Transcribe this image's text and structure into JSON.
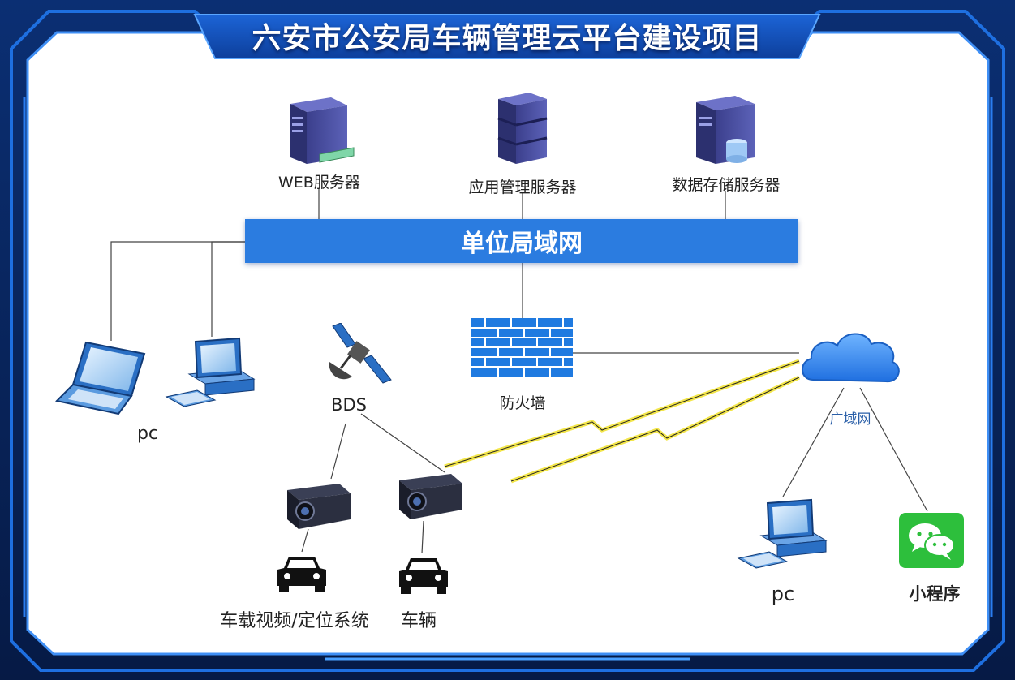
{
  "title": "六安市公安局车辆管理云平台建设项目",
  "lan_label": "单位局域网",
  "servers": {
    "web": "WEB服务器",
    "app": "应用管理服务器",
    "db": "数据存储服务器"
  },
  "firewall_label": "防火墙",
  "wan_label": "广域网",
  "bds_label": "BDS",
  "pc_left_label": "pc",
  "pc_right_label": "pc",
  "mini_program_label": "小程序",
  "vehicle_system_label": "车载视频/定位系统",
  "vehicle_label": "车辆",
  "colors": {
    "frame_dark": "#0a2a66",
    "frame_accent": "#1e6fe0",
    "lan_bar": "#2b7ce0",
    "lightning": "#f3e64a",
    "cloud": "#3a8ef0",
    "wechat": "#2dbf3c"
  },
  "icons": [
    "server-tower-icon",
    "server-rack-icon",
    "database-server-icon",
    "laptop-icon",
    "desktop-pc-icon",
    "satellite-icon",
    "firewall-brick-icon",
    "cloud-icon",
    "vehicle-camera-icon",
    "car-icon",
    "wechat-icon"
  ]
}
